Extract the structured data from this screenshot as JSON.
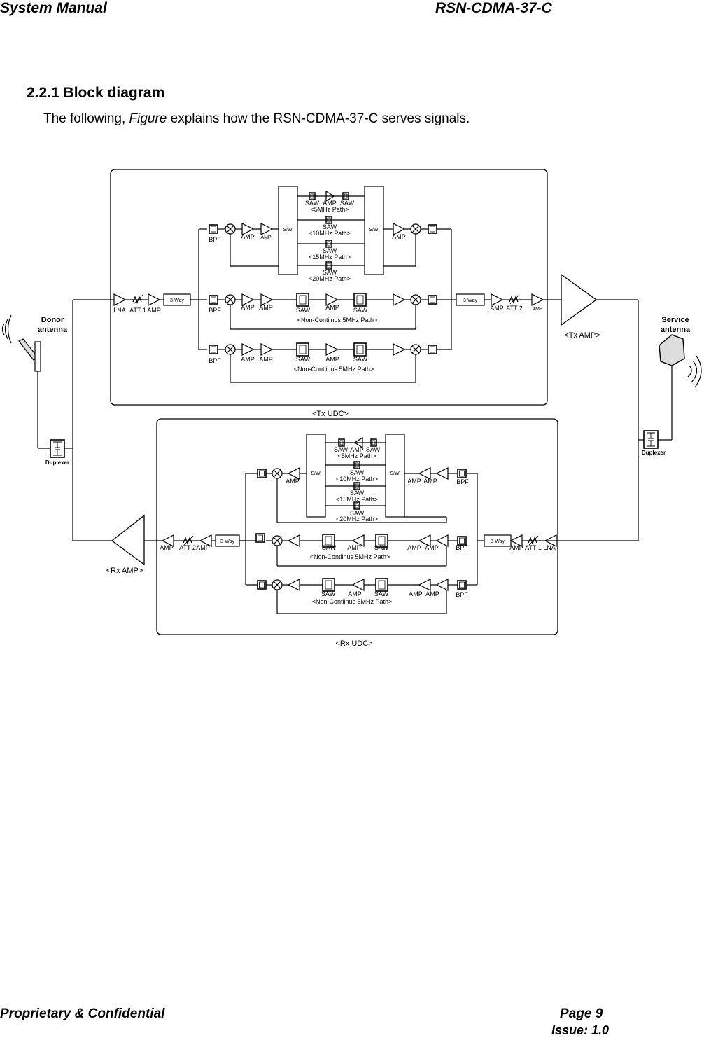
{
  "header": {
    "left": "System Manual",
    "right": "RSN-CDMA-37-C"
  },
  "section": {
    "title": "2.2.1 Block diagram"
  },
  "intro": {
    "before": "The following, ",
    "figure_word": "Figure",
    "after": " explains how the RSN-CDMA-37-C serves signals."
  },
  "diagram": {
    "donor_antenna": [
      "Donor",
      "antenna"
    ],
    "service_antenna": [
      "Service",
      "antenna"
    ],
    "duplexer": "Duplexer",
    "tx_udc": "<Tx UDC>",
    "rx_udc": "<Rx UDC>",
    "tx_amp": "<Tx AMP>",
    "rx_amp": "<Rx AMP>",
    "lna": "LNA",
    "att1": "ATT 1",
    "att2": "ATT 2",
    "amp": "AMP",
    "bpf": "BPF",
    "saw": "SAW",
    "sw": "S/W",
    "three_way": "3-Way",
    "path_5": "<5MHz Path>",
    "path_10": "<10MHz Path>",
    "path_15": "<15MHz Path>",
    "path_20": "<20MHz Path>",
    "noncont_tx": "<Non-Contiinus 5MHz Path>",
    "noncont_rx": "<Non-Contiinus 5MHz Path>"
  },
  "footer": {
    "left": "Proprietary & Confidential",
    "page_label": "Page",
    "page_number": "9",
    "issue": "Issue: 1.0"
  }
}
